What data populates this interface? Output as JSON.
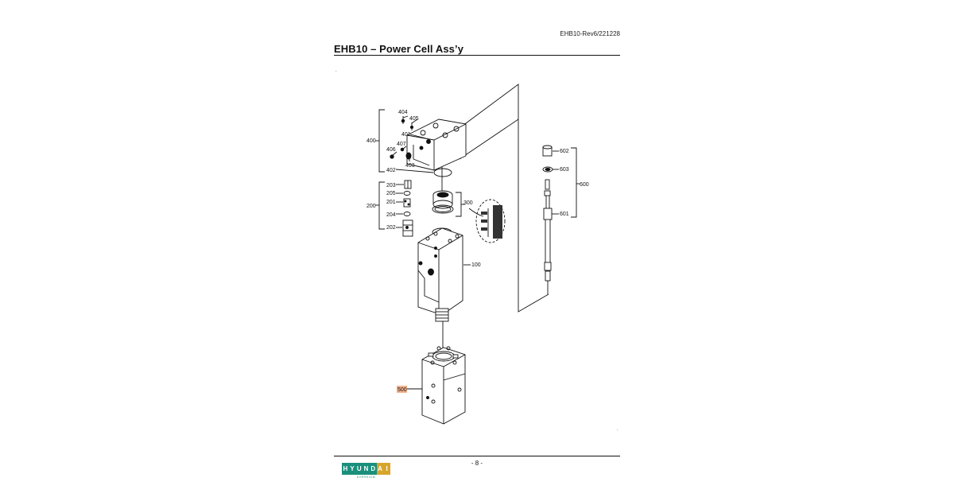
{
  "header": {
    "revision": "EHB10-Rev6/221228",
    "title": "EHB10 – Power Cell Ass’y"
  },
  "footer": {
    "page_number": "- 8 -",
    "logo": {
      "text": "HYUNDAI",
      "subtext": "EVERDIGM",
      "brand_color": "#1a8f7c",
      "accent_color": "#d8a52b"
    }
  },
  "callouts": {
    "c400": "400",
    "c401": "401",
    "c402": "402",
    "c403": "403",
    "c404": "404",
    "c405": "405",
    "c406": "406",
    "c407": "407",
    "c200": "200",
    "c201": "201",
    "c202": "202",
    "c203": "203",
    "c204": "204",
    "c205": "205",
    "c300": "300",
    "c100": "100",
    "c500": "500",
    "c600": "600",
    "c601": "601",
    "c602": "602",
    "c603": "603"
  },
  "highlight_color": "#f3b38e"
}
